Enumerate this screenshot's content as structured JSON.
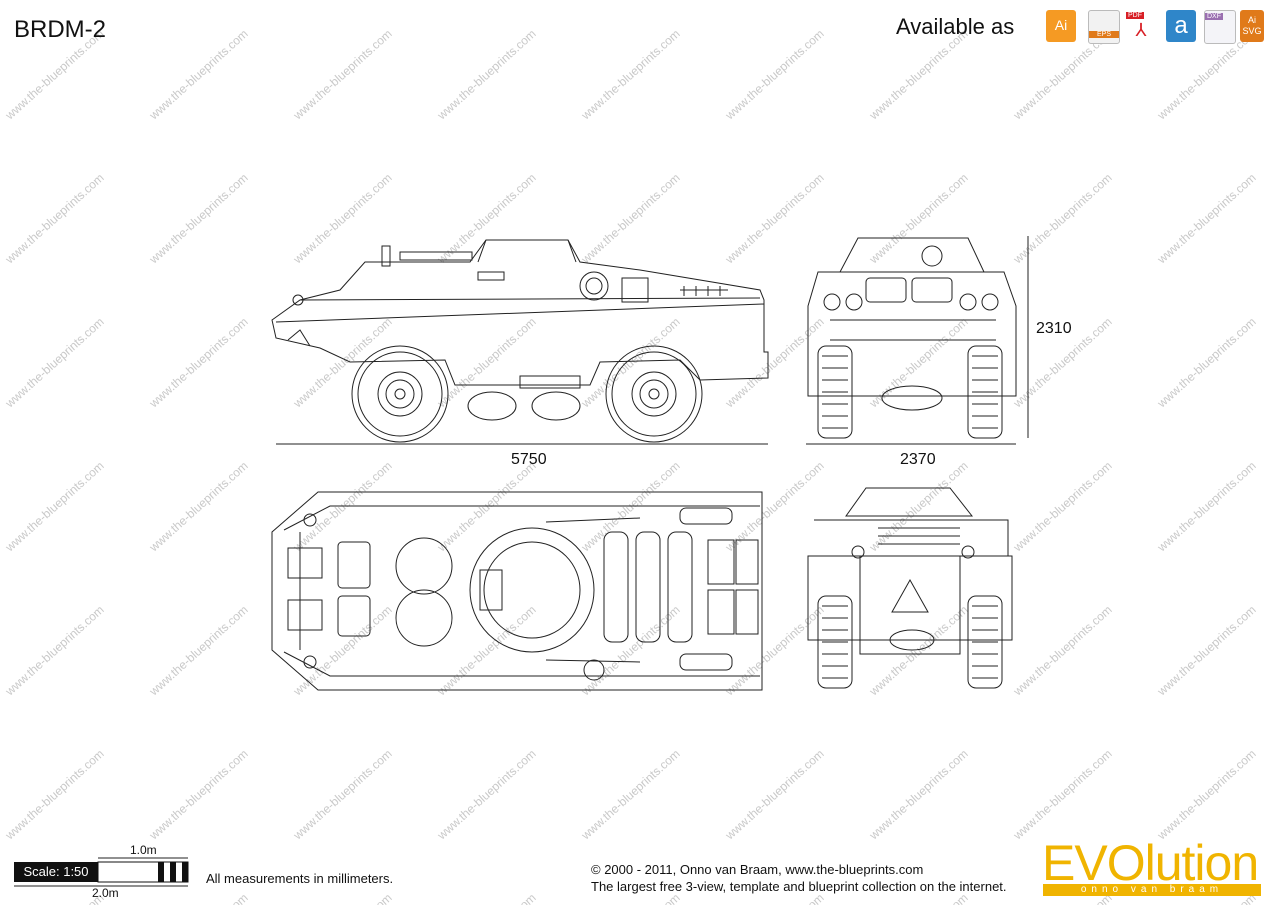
{
  "title": "BRDM-2",
  "header": {
    "available_label": "Available as",
    "formats": [
      {
        "name": "ai-icon",
        "label": "Ai",
        "color": "#f59a23"
      },
      {
        "name": "eps-icon",
        "label": "EPS",
        "color": "#e8e8e8"
      },
      {
        "name": "pdf-icon",
        "label": "PDF",
        "color": "#d81f26"
      },
      {
        "name": "a-icon",
        "label": "a",
        "color": "#2f86c9"
      },
      {
        "name": "dxf-icon",
        "label": "DXF",
        "color": "#b0b0c8"
      },
      {
        "name": "svg-icon",
        "label": "Ai SVG",
        "color": "#e07a1a"
      }
    ]
  },
  "dimensions": {
    "length": "5750",
    "width": "2370",
    "height": "2310"
  },
  "scale": {
    "label": "Scale: 1:50",
    "bar_top": "1.0m",
    "bar_bottom": "2.0m"
  },
  "measurements_note": "All measurements in millimeters.",
  "copyright": {
    "line1": "© 2000 - 2011, Onno van Braam,  www.the-blueprints.com",
    "line2": "The largest free 3-view, template and blueprint collection on the internet."
  },
  "logo": {
    "main": "EVOlution",
    "sub": "onno van braam"
  },
  "watermark": "www.the-blueprints.com"
}
